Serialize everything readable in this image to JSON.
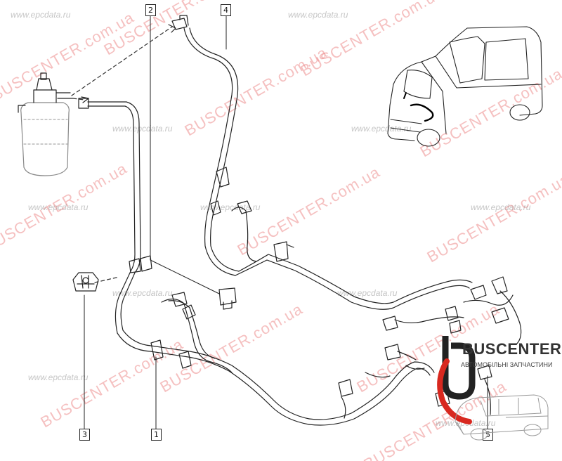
{
  "callouts": [
    {
      "id": "c1",
      "label": "1"
    },
    {
      "id": "c2",
      "label": "2"
    },
    {
      "id": "c3",
      "label": "3"
    },
    {
      "id": "c4",
      "label": "4"
    },
    {
      "id": "c5",
      "label": "5"
    }
  ],
  "watermarks": {
    "brand": "BUSCENTER",
    "brand_domain": "BUSCENTER.com.ua",
    "site": "www.epcdata.ru"
  },
  "logo": {
    "title": "BUSCENTER",
    "subtitle": "АВТОМОБІЛЬНІ ЗАПЧАСТИНИ"
  },
  "colors": {
    "line": "#222222",
    "watermark_red": "#e65a5a",
    "logo_accent": "#d8281f"
  }
}
